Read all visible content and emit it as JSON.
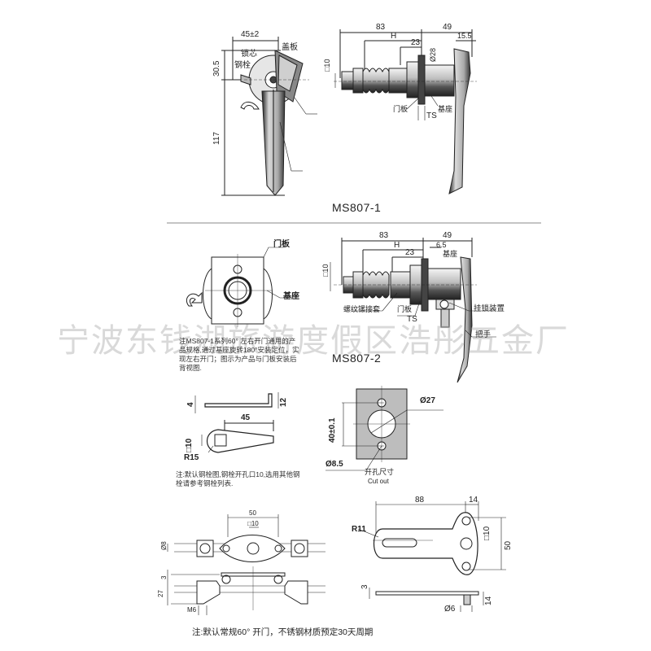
{
  "watermark": "宁波东钱湖旅游度假区浩彤五金厂",
  "section1": {
    "model": "MS807-1",
    "front_view": {
      "dim_width": "45±2",
      "dim_height_top": "30.5",
      "dim_height_total": "117",
      "label_cover": "盖板",
      "label_core": "锁芯",
      "label_bolt": "钢栓"
    },
    "side_view": {
      "dim_length": "83",
      "dim_H": "H",
      "dim_23": "23",
      "dim_49": "49",
      "dim_15_5": "15.5",
      "dim_phi28": "Ø28",
      "dim_sq10": "□10",
      "label_door_panel": "门板",
      "label_base": "基座",
      "label_TS": "TS"
    }
  },
  "section2": {
    "model": "MS807-2",
    "back_view": {
      "label_door_panel": "门板",
      "label_base": "基座",
      "note": "注MS807-1系列60° 左右开门通用的产品规格,通过基座旋转180°安装定位，实现左右开门；图示为产品与门板安装后背视图."
    },
    "side_view": {
      "dim_length": "83",
      "dim_H": "H",
      "dim_23": "23",
      "dim_49": "49",
      "dim_6_5": "6.5",
      "dim_sq10": "□10",
      "label_base": "基座",
      "label_thread_sleeve": "螺纹镙接套",
      "label_door_panel": "门板",
      "label_TS": "TS",
      "label_padlock": "挂锁装置",
      "label_handle": "把手"
    }
  },
  "cam": {
    "dim_4": "4",
    "dim_12": "12",
    "dim_45": "45",
    "dim_sq10": "□10",
    "dim_R15": "R15",
    "note": "注:默认钢栓图,钢栓开孔口10,选用其他钢栓请参考钢栓列表."
  },
  "cutout": {
    "dim_phi27": "Ø27",
    "dim_40": "40±0.1",
    "dim_phi8_5": "Ø8.5",
    "label_cn": "开孔尺寸",
    "label_en": "Cut out"
  },
  "rod_linkage": {
    "dim_50": "50",
    "dim_sq10": "□10",
    "dim_phi8": "Ø8",
    "dim_3": "3",
    "dim_27": "27",
    "dim_M6": "M6"
  },
  "t_bracket": {
    "dim_88": "88",
    "dim_14_top": "14",
    "dim_R11": "R11",
    "dim_sq10": "□10",
    "dim_50": "50",
    "dim_3": "3",
    "dim_14_side": "14",
    "dim_phi6": "Ø6"
  },
  "footer_note": "注:默认常规60°  开门，不锈钢材质预定30天周期"
}
